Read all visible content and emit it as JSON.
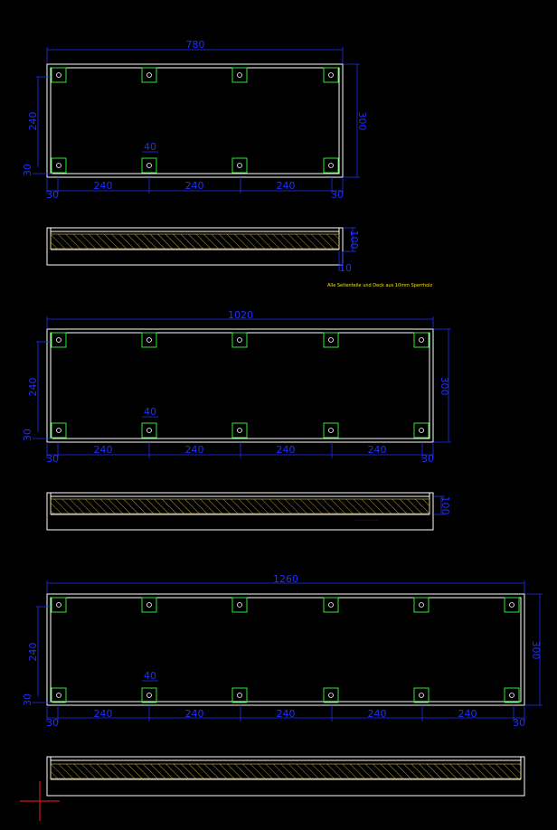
{
  "drawing": {
    "colors": {
      "background": "#000000",
      "outline": "#ffffff",
      "dimension": "#1f2fff",
      "connector": "#2ee82e",
      "hatch": "#d9c24a",
      "note": "#f4e300",
      "cursor": "#ff1a1a"
    },
    "note": "Alle Seitenteile und Deck aus 10mm Sperrholz",
    "note_lower": "..................",
    "panels": [
      {
        "total_label": "780",
        "height_label": "300",
        "inner_height_label": "240",
        "offset_label": "30",
        "spacing_labels": [
          "240",
          "240",
          "240"
        ],
        "margin_left_label": "30",
        "margin_right_label": "30",
        "connector_label": "40",
        "section_height_label": "100",
        "section_thickness_label": "10"
      },
      {
        "total_label": "1020",
        "height_label": "300",
        "inner_height_label": "240",
        "offset_label": "30",
        "spacing_labels": [
          "240",
          "240",
          "240",
          "240"
        ],
        "margin_left_label": "30",
        "margin_right_label": "30",
        "connector_label": "40",
        "section_height_label": "100"
      },
      {
        "total_label": "1260",
        "height_label": "300",
        "inner_height_label": "240",
        "offset_label": "30",
        "spacing_labels": [
          "240",
          "240",
          "240",
          "240",
          "240"
        ],
        "margin_left_label": "30",
        "margin_right_label": "30",
        "connector_label": "40"
      }
    ]
  }
}
